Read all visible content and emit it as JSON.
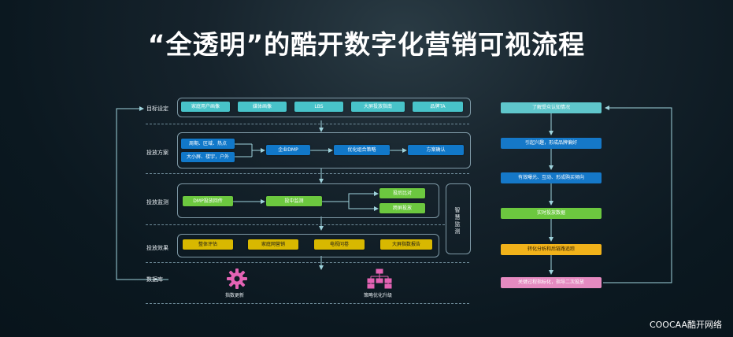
{
  "title": "“全透明”的酷开数字化营销可视流程",
  "rows": {
    "target": "目标设定",
    "plan": "投放方案",
    "monitor": "投放监测",
    "effect": "投放效果",
    "database": "数据库"
  },
  "target_pills": [
    "家庭用户画像",
    "媒体画像",
    "LBS",
    "大屏投放指南",
    "品牌TA"
  ],
  "plan_inputs": [
    "周期、区域、热点",
    "大小屏、楼宇，户外"
  ],
  "plan_flow": [
    "企业DMP",
    "优化组合策略",
    "方案确认"
  ],
  "monitor_flow": [
    "DMP投放回传",
    "投中监测",
    "投后比对",
    "跨屏投放"
  ],
  "smart_monitor": "智慧监测",
  "effect_pills": [
    "整体评估",
    "家庭网营销",
    "电视问卷",
    "大屏指数报告"
  ],
  "database_items": [
    "指数更新",
    "策略优化升级"
  ],
  "right_flow": [
    "了解受众认知情况",
    "引起兴趣，形成品牌偏好",
    "有效曝光、互动、形成购买倾向",
    "实时投放数据",
    "转化分析和后链路追踪",
    "关键过程指标化，指导二次投放"
  ],
  "logo": "COOCAA酷开网络",
  "colors": {
    "teal": "#48c3c9",
    "blue": "#1178c9",
    "green": "#6cc83f",
    "gold": "#d8b800",
    "orange": "#f1b21a",
    "pink": "#e58ac0"
  }
}
